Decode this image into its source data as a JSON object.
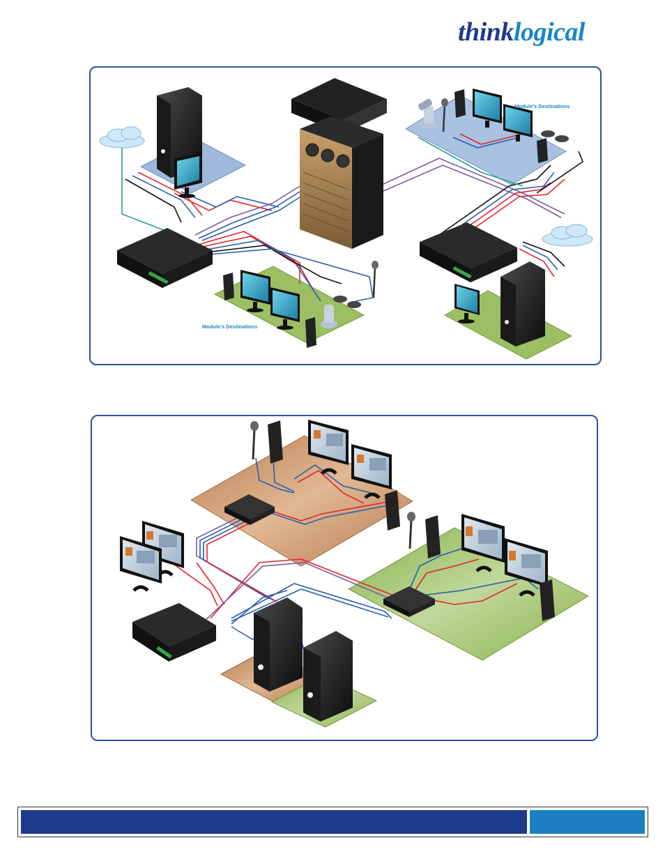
{
  "header": {
    "logo_think": "think",
    "logo_logical": "logical"
  },
  "diagram1": {
    "dest_label_left": "Module’s Destinations",
    "dest_label_right": "Module’s Destinations"
  },
  "colors": {
    "brand_dark": "#1f3a8a",
    "brand_light": "#1b86c8",
    "line_red": "#e3242b",
    "line_blue": "#2a5db0",
    "line_purple": "#7b5aa6",
    "line_teal": "#2a9d8f",
    "floor_blue": "#9fb8dc",
    "floor_green": "#9cbf63",
    "floor_brown": "#c8936a"
  }
}
